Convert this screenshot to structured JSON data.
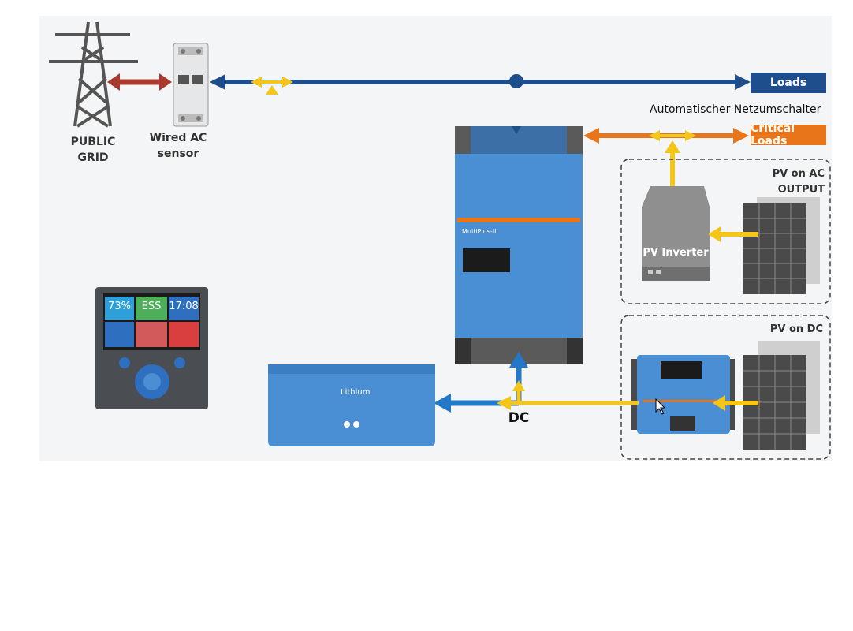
{
  "nodes": {
    "grid_label_line1": "PUBLIC",
    "grid_label_line2": "GRID",
    "sensor_label_line1": "Wired AC",
    "sensor_label_line2": "sensor",
    "loads": "Loads",
    "critical_loads": "Critical Loads",
    "transfer_switch_caption": "Automatischer Netzumschalter",
    "pv_ac_title": "PV on AC OUTPUT",
    "pv_inverter": "PV Inverter",
    "pv_dc_title": "PV on DC",
    "dc_label": "DC",
    "battery_label": "Lithium",
    "inverter_label": "MultiPlus-II",
    "gx_tiles": [
      "73%",
      "ESS",
      "17:08",
      "",
      "",
      ""
    ]
  },
  "colors": {
    "ac_grid": "#1f4e8c",
    "grid_sensor_link": "#a83a30",
    "critical": "#e8751a",
    "pv": "#f5c518",
    "dc": "#2478c8",
    "loads_tag": "#1f4e8c",
    "critical_tag": "#e8751a",
    "device_blue": "#4a8fd4"
  }
}
